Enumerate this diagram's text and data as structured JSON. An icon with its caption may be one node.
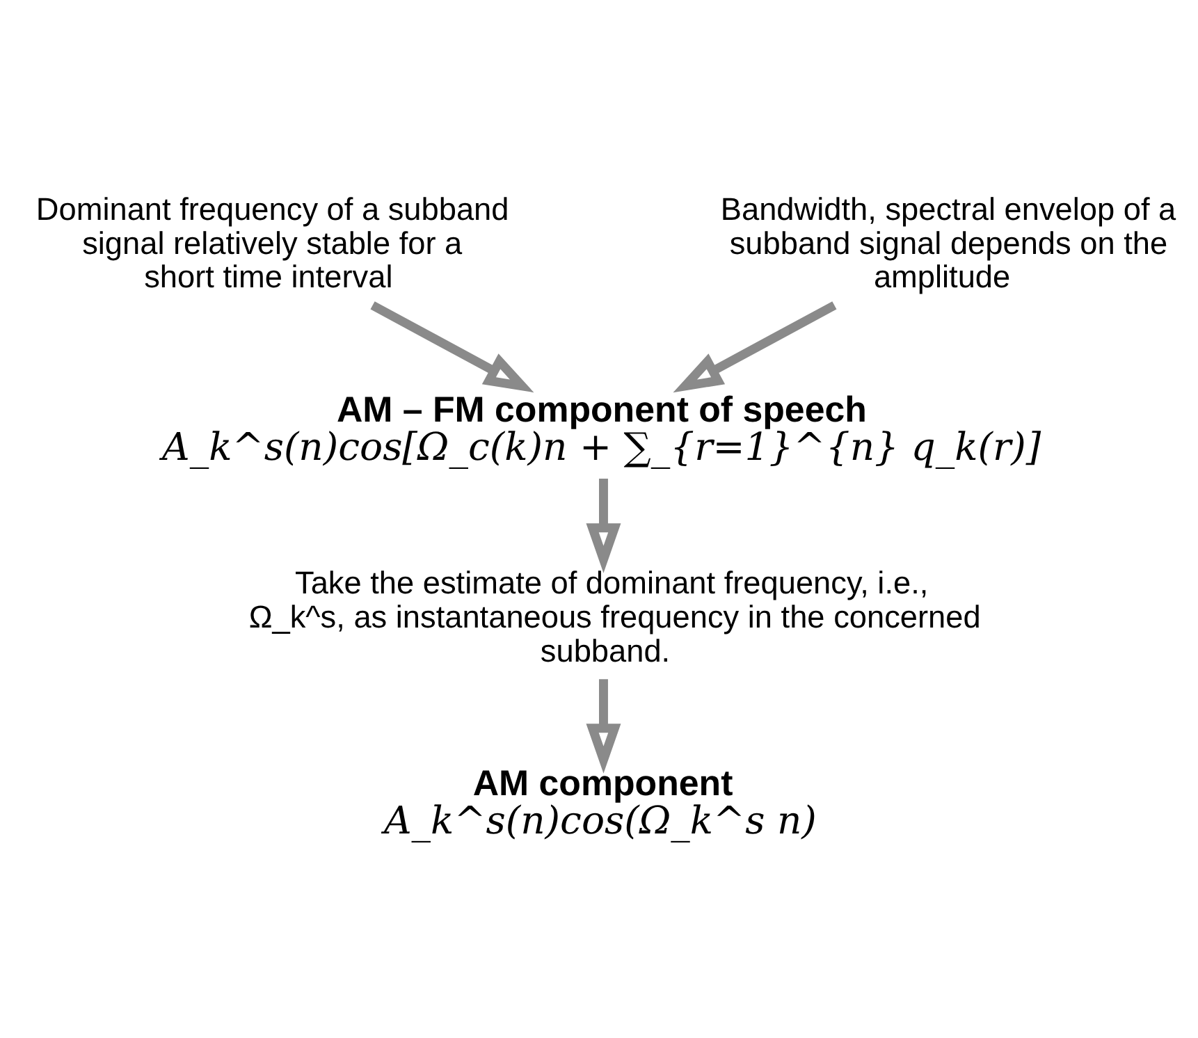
{
  "diagram": {
    "nodes": [
      {
        "text": [
          "Dominant frequency of a subband signal relatively stable for a short time interval"
        ]
      },
      {
        "text": [
          "Bandwidth, spectral envelop of a subband signal depends on the amplitude"
        ]
      },
      {
        "text": [
          "AM – FM component of speech",
          "A_k^s(n)cos[Ω_c(k)n + ∑_{r=1}^{n} q_k(r)]"
        ]
      },
      {
        "text": [
          "Take the estimate of dominant frequency, i.e., Ω_k^s, as instantaneous frequency in the concerned subband."
        ]
      },
      {
        "text": [
          "AM component",
          "A_k^s(n)cos(Ω_k^s n)"
        ]
      }
    ],
    "edges": [
      {
        "from": 0,
        "to": 2,
        "arrow": "to"
      },
      {
        "from": 1,
        "to": 2,
        "arrow": "to"
      },
      {
        "from": 2,
        "to": 3,
        "arrow": "to"
      },
      {
        "from": 3,
        "to": 4,
        "arrow": "to"
      }
    ]
  }
}
